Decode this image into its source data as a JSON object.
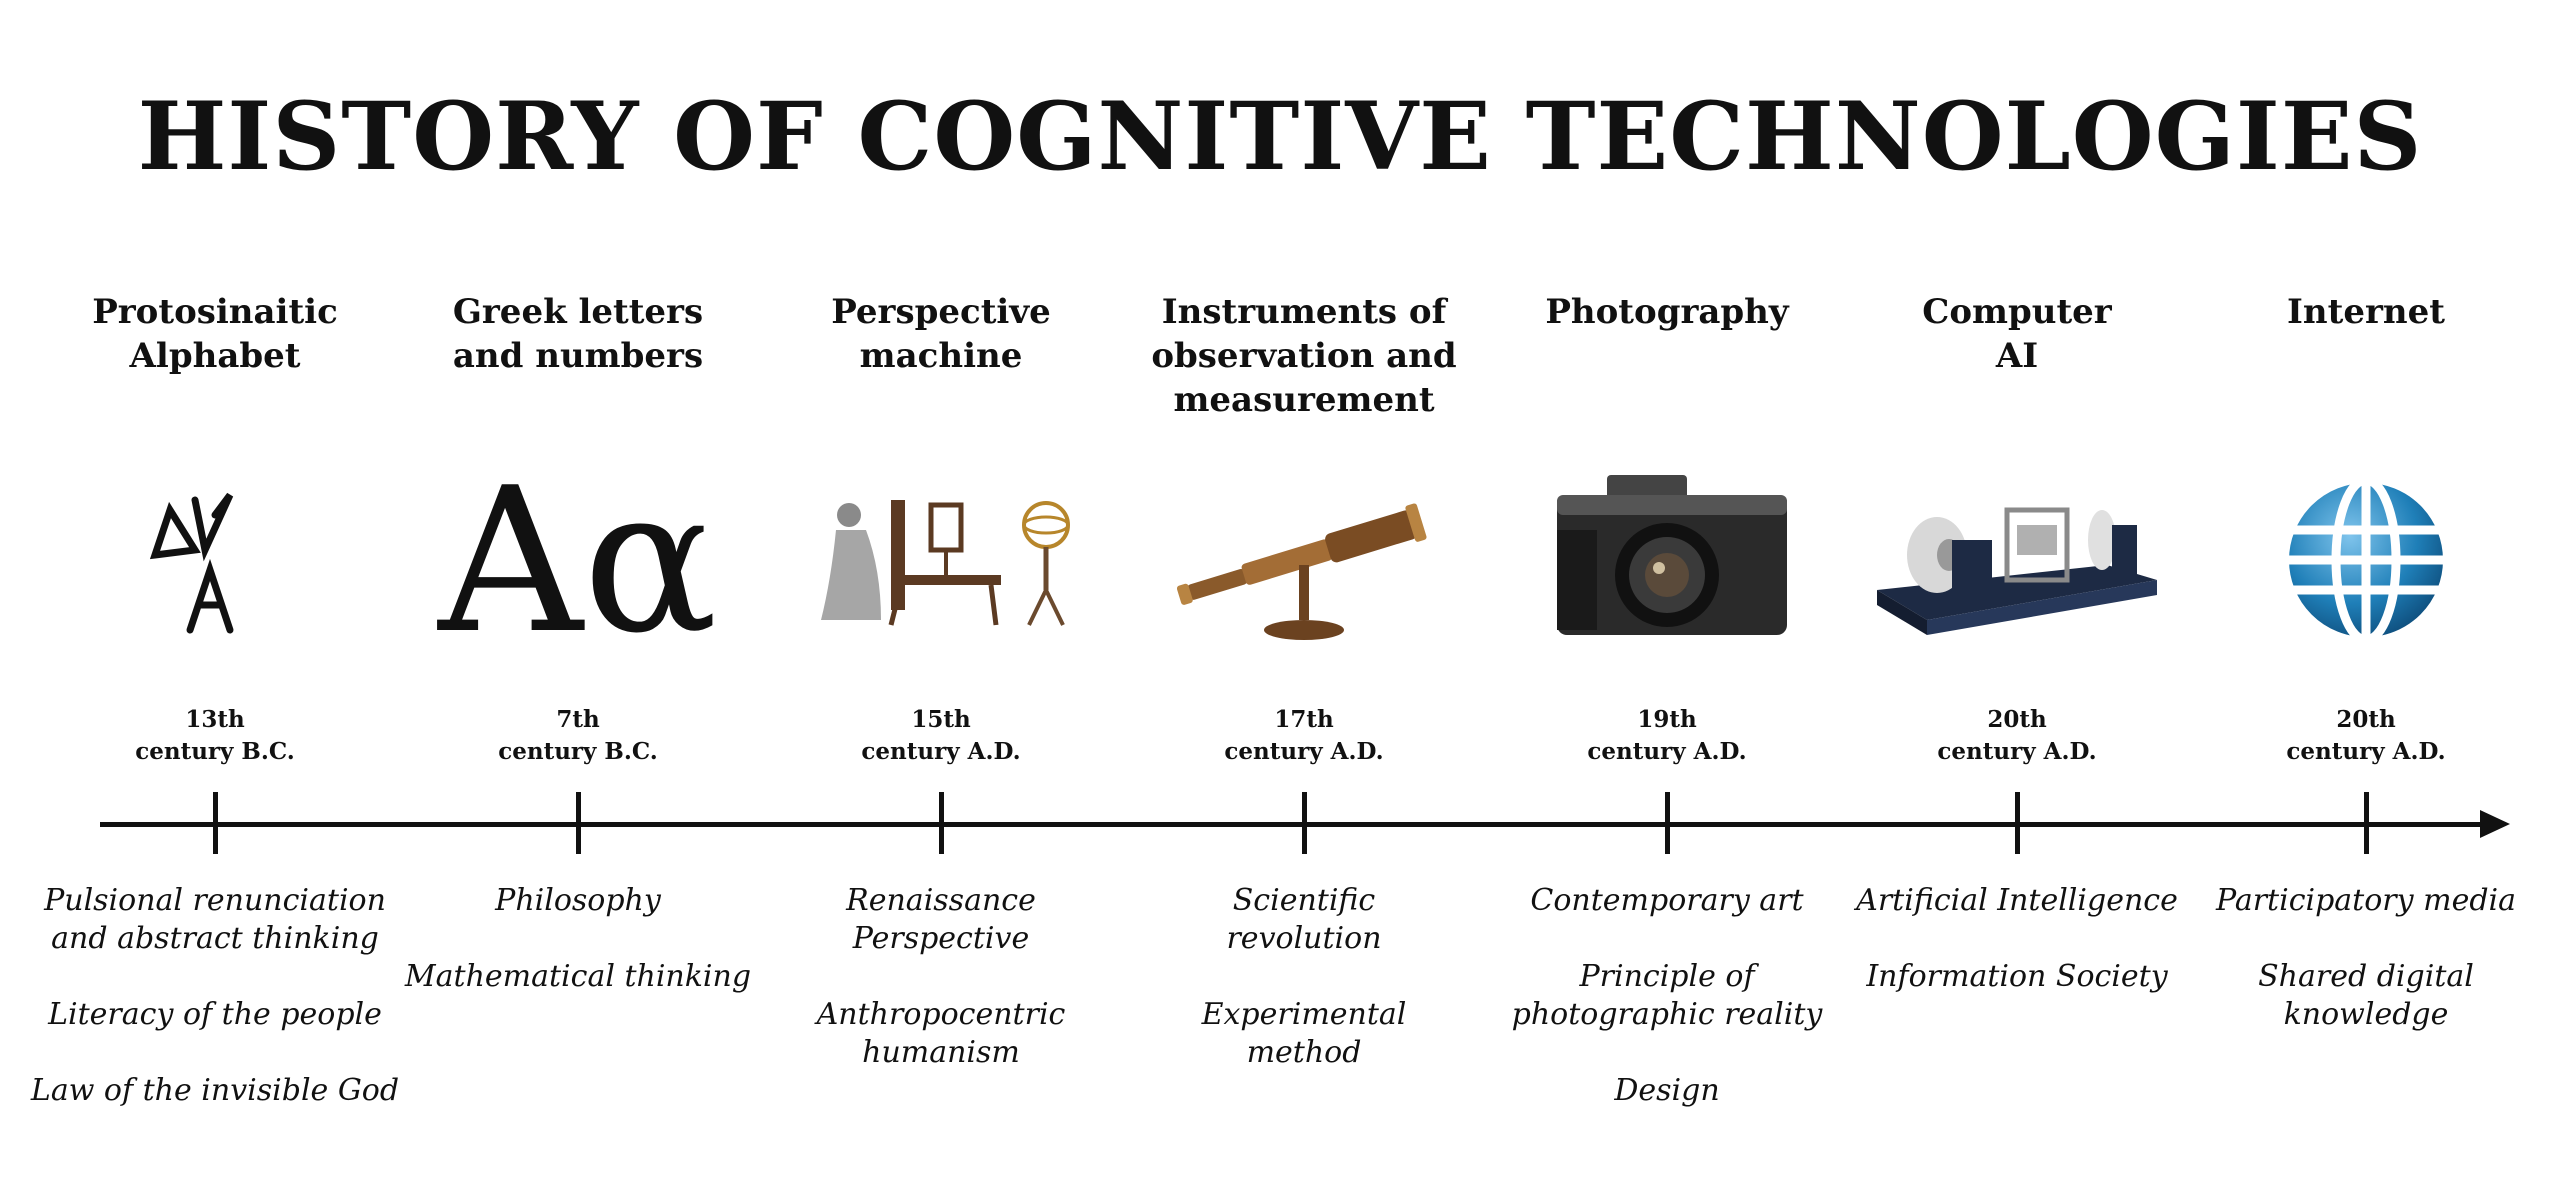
{
  "title": "HISTORY OF COGNITIVE TECHNOLOGIES",
  "colors": {
    "text": "#111111",
    "background": "#ffffff",
    "axis": "#111111"
  },
  "milestones": [
    {
      "heading": [
        "Protosinaitic",
        "Alphabet"
      ],
      "icon": "protosinaitic-glyphs-icon",
      "date": [
        "13th",
        "century B.C."
      ],
      "notes": [
        [
          "Pulsional renunciation",
          "and abstract thinking"
        ],
        [
          "Literacy of the people"
        ],
        [
          "Law of the invisible God"
        ]
      ]
    },
    {
      "heading": [
        "Greek letters",
        "and numbers"
      ],
      "icon": "greek-letters-icon",
      "icon_text": "Aα",
      "date": [
        "7th",
        "century B.C."
      ],
      "notes": [
        [
          "Philosophy"
        ],
        [
          "Mathematical thinking"
        ]
      ]
    },
    {
      "heading": [
        "Perspective",
        "machine"
      ],
      "icon": "perspective-machine-icon",
      "date": [
        "15th",
        "century A.D."
      ],
      "notes": [
        [
          "Renaissance",
          "Perspective"
        ],
        [
          "Anthropocentric",
          "humanism"
        ]
      ]
    },
    {
      "heading": [
        "Instruments of",
        "observation and",
        "measurement"
      ],
      "icon": "telescope-icon",
      "date": [
        "17th",
        "century A.D."
      ],
      "notes": [
        [
          "Scientific",
          "revolution"
        ],
        [
          "Experimental",
          "method"
        ]
      ]
    },
    {
      "heading": [
        "Photography"
      ],
      "icon": "camera-icon",
      "date": [
        "19th",
        "century A.D."
      ],
      "notes": [
        [
          "Contemporary art"
        ],
        [
          "Principle of",
          "photographic reality"
        ],
        [
          "Design"
        ]
      ]
    },
    {
      "heading": [
        "Computer",
        "AI"
      ],
      "icon": "computer-machine-icon",
      "date": [
        "20th",
        "century A.D."
      ],
      "notes": [
        [
          "Artificial Intelligence"
        ],
        [
          "Information Society"
        ]
      ]
    },
    {
      "heading": [
        "Internet"
      ],
      "icon": "globe-icon",
      "date": [
        "20th",
        "century A.D."
      ],
      "notes": [
        [
          "Participatory media"
        ],
        [
          "Shared digital",
          "knowledge"
        ]
      ]
    }
  ]
}
